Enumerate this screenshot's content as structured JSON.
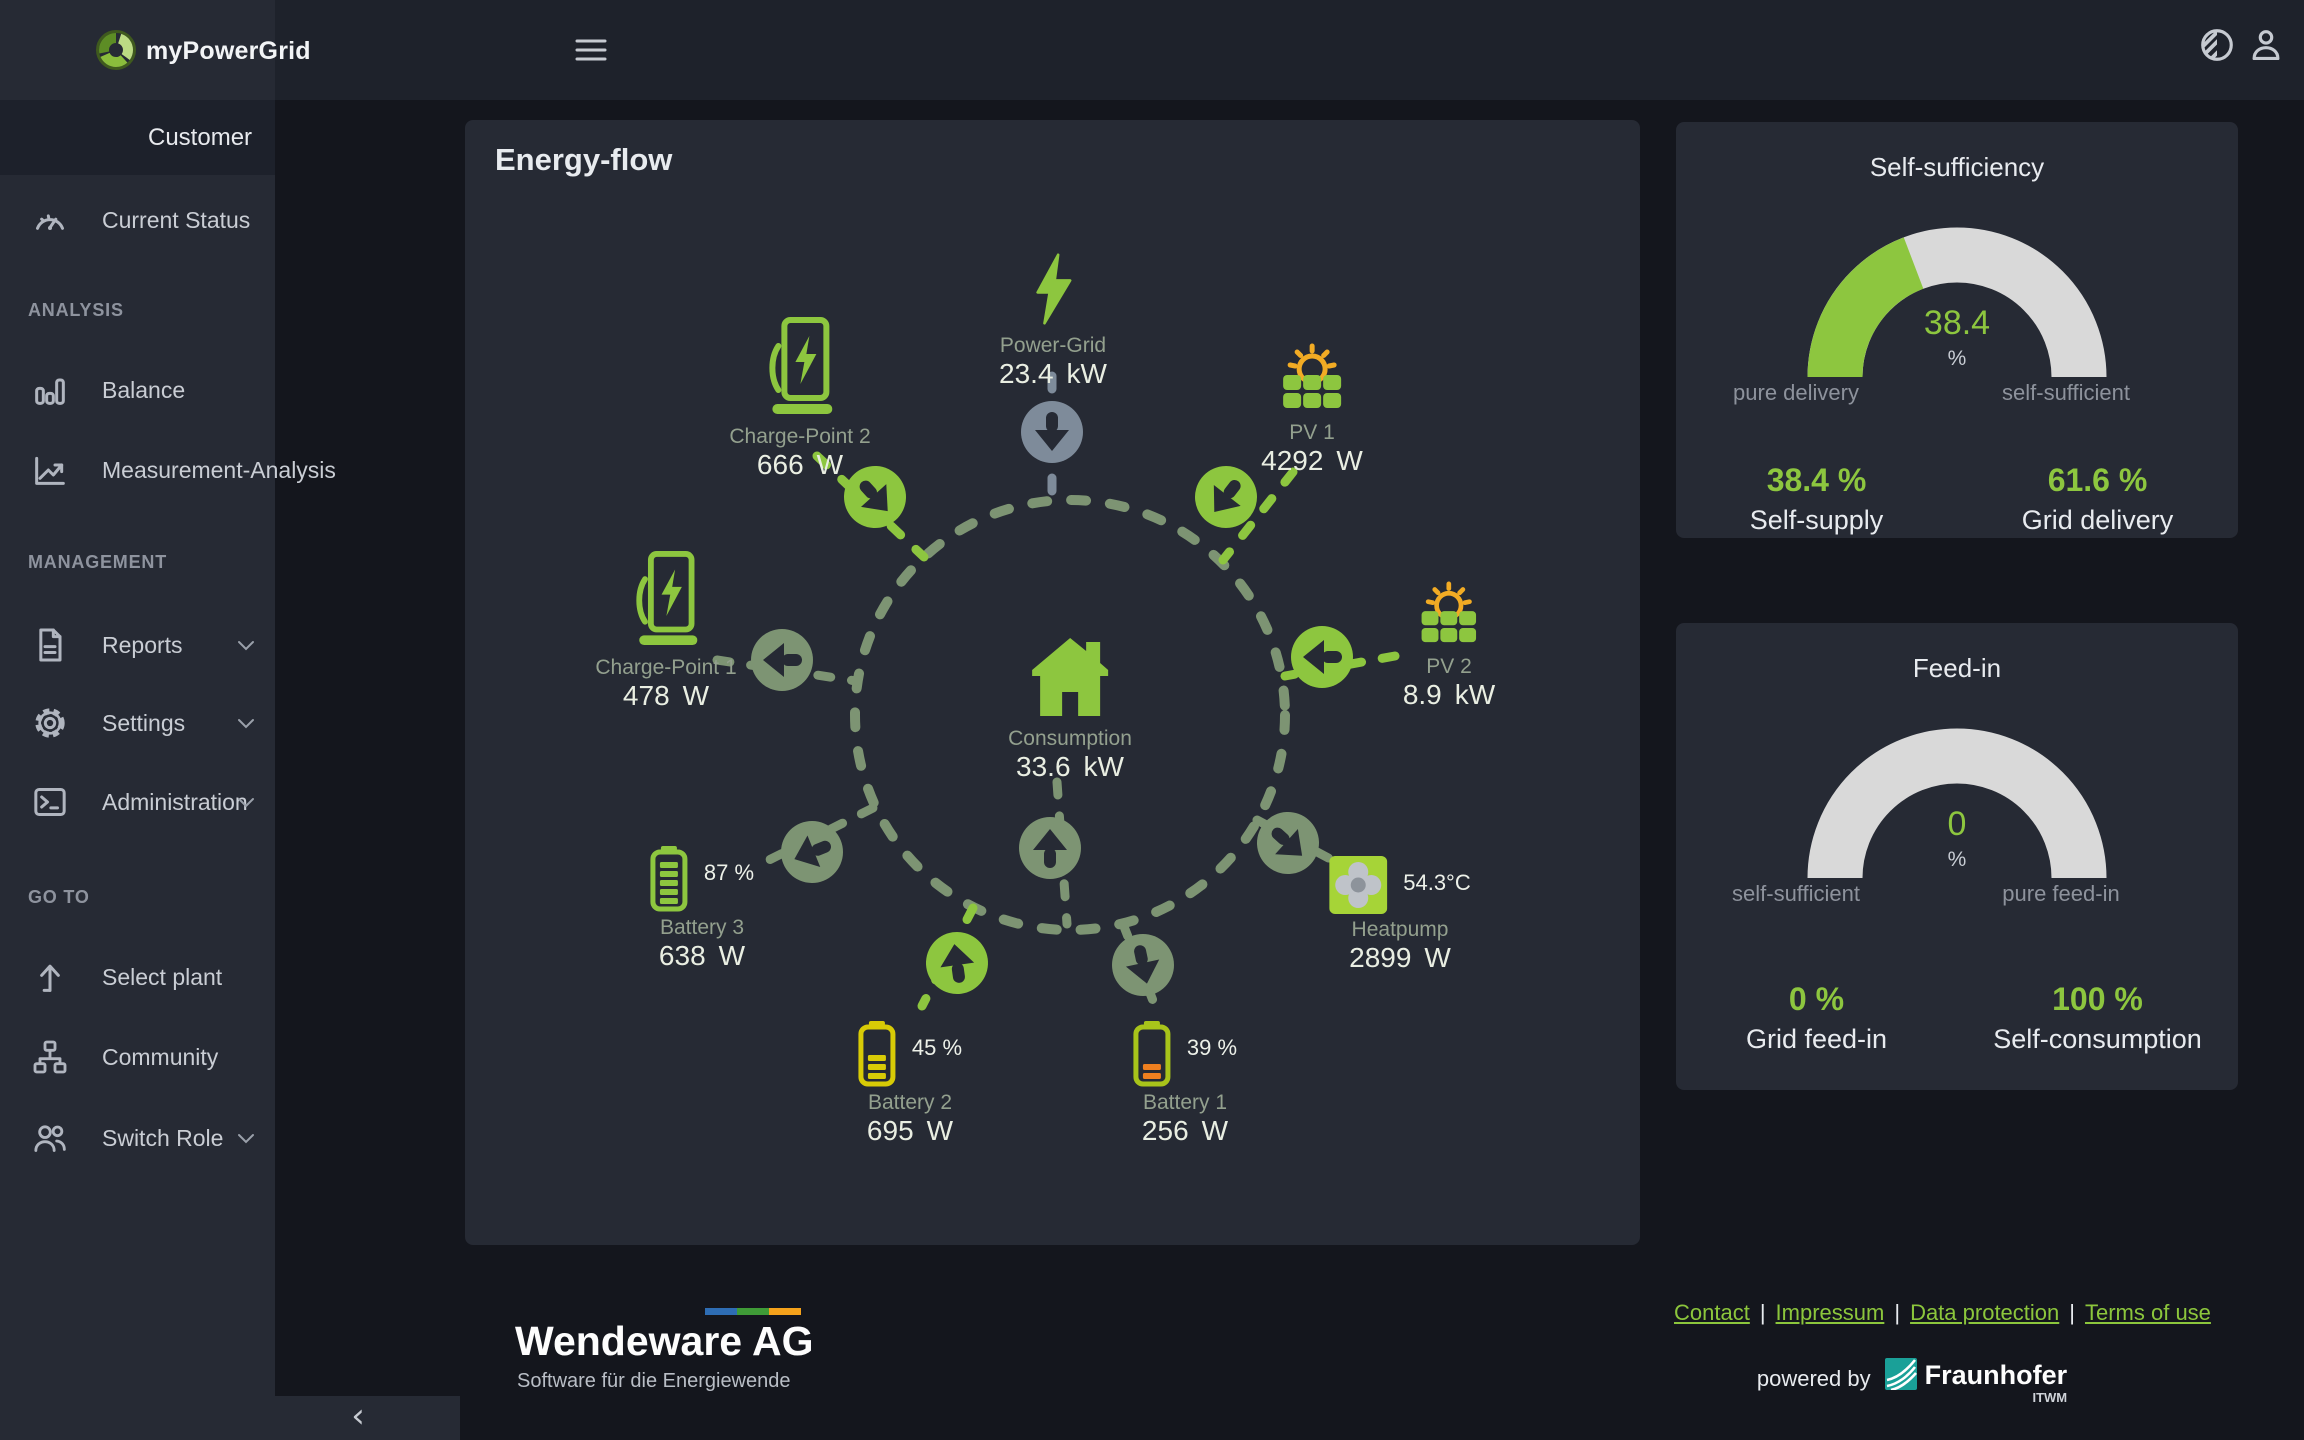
{
  "app": {
    "name": "myPowerGrid"
  },
  "topbar": {
    "hamburger_icon": "menu",
    "theme_icon": "contrast-half-circle",
    "user_icon": "person"
  },
  "sidebar": {
    "active": "Customer",
    "customer": {
      "label": "Customer"
    },
    "sections": [
      {
        "items": [
          {
            "label": "Current Status",
            "icon": "gauge"
          }
        ]
      },
      {
        "header": "ANALYSIS",
        "items": [
          {
            "label": "Balance",
            "icon": "bar-chart"
          },
          {
            "label": "Measurement-Analysis",
            "icon": "line-chart"
          }
        ]
      },
      {
        "header": "MANAGEMENT",
        "items": [
          {
            "label": "Reports",
            "icon": "document",
            "expandable": true
          },
          {
            "label": "Settings",
            "icon": "gear",
            "expandable": true
          },
          {
            "label": "Administration",
            "icon": "terminal",
            "expandable": true
          }
        ]
      },
      {
        "header": "GO TO",
        "items": [
          {
            "label": "Select plant",
            "icon": "arrow-up"
          },
          {
            "label": "Community",
            "icon": "org-chart"
          },
          {
            "label": "Switch Role",
            "icon": "users",
            "expandable": true
          }
        ]
      }
    ],
    "collapse_icon": "chevron-left"
  },
  "flow": {
    "title": "Energy-flow",
    "center": {
      "label": "Consumption",
      "value": "33.6",
      "unit": "kW"
    },
    "nodes": {
      "power_grid": {
        "label": "Power-Grid",
        "value": "23.4",
        "unit": "kW",
        "flow_direction": "into-house"
      },
      "charge_point_2": {
        "label": "Charge-Point 2",
        "value": "666",
        "unit": "W",
        "flow_direction": "into-house"
      },
      "pv_1": {
        "label": "PV 1",
        "value": "4292",
        "unit": "W",
        "flow_direction": "into-house"
      },
      "charge_point_1": {
        "label": "Charge-Point 1",
        "value": "478",
        "unit": "W",
        "flow_direction": "out-of-house"
      },
      "pv_2": {
        "label": "PV 2",
        "value": "8.9",
        "unit": "kW",
        "flow_direction": "into-house"
      },
      "battery_3": {
        "label": "Battery 3",
        "value": "638",
        "unit": "W",
        "soc": "87 %",
        "flow_direction": "out-of-house"
      },
      "battery_2": {
        "label": "Battery 2",
        "value": "695",
        "unit": "W",
        "soc": "45 %",
        "flow_direction": "into-house"
      },
      "battery_1": {
        "label": "Battery 1",
        "value": "256",
        "unit": "W",
        "soc": "39 %",
        "flow_direction": "out-of-house"
      },
      "heatpump": {
        "label": "Heatpump",
        "value": "2899",
        "unit": "W",
        "temperature": "54.3°C",
        "flow_direction": "out-of-house"
      }
    }
  },
  "panels": {
    "self_sufficiency": {
      "title": "Self-sufficiency",
      "value": "38.4",
      "unit": "%",
      "percent": 38.4,
      "scale_left": "pure delivery",
      "scale_right": "self-sufficient",
      "stat_left": {
        "value": "38.4 %",
        "label": "Self-supply"
      },
      "stat_right": {
        "value": "61.6 %",
        "label": "Grid delivery"
      }
    },
    "feed_in": {
      "title": "Feed-in",
      "value": "0",
      "unit": "%",
      "percent": 0,
      "scale_left": "self-sufficient",
      "scale_right": "pure feed-in",
      "stat_left": {
        "value": "0 %",
        "label": "Grid feed-in"
      },
      "stat_right": {
        "value": "100 %",
        "label": "Self-consumption"
      }
    }
  },
  "footer": {
    "brand": {
      "name": "Wendeware AG",
      "tagline": "Software für die Energiewende"
    },
    "links": [
      {
        "label": "Contact"
      },
      {
        "label": "Impressum"
      },
      {
        "label": "Data protection"
      },
      {
        "label": "Terms of use"
      }
    ],
    "separator": "|",
    "powered_by": "powered by",
    "partner": {
      "name": "Fraunhofer",
      "sub": "ITWM"
    }
  },
  "colors": {
    "accent_green": "#8dc63f",
    "muted_sage": "#7d9473",
    "slate_arrow": "#7e8b9a",
    "gauge_track": "#d9d9d9",
    "sun_orange": "#f2ab24",
    "battery_yellow": "#d8cb06",
    "battery_orange": "#ef7f1f",
    "card_bg": "#262a34",
    "page_bg": "#14161d",
    "topbar_bg": "#1e222b",
    "link_green": "#8cc63c",
    "fraunhofer_teal": "#1aa098",
    "brand_bar": [
      "#2e6db4",
      "#3f9b37",
      "#f5a21b"
    ]
  }
}
